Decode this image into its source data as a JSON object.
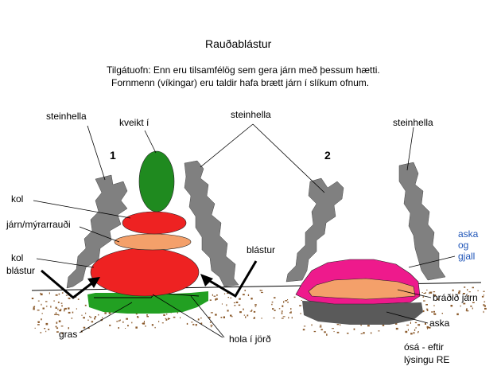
{
  "title": "Rauðablástur",
  "subtitle": {
    "line1": "Tilgátuofn: Enn eru tilsamfélög sem gera járn með þessum hætti.",
    "line2": "Fornmenn (víkingar) eru taldir hafa brætt járn í slíkum ofnum."
  },
  "numbers": {
    "one": "1",
    "two": "2"
  },
  "labels": {
    "steinhella_left": "steinhella",
    "steinhella_mid": "steinhella",
    "steinhella_right": "steinhella",
    "kveikt_i": "kveikt í",
    "kol_top": "kol",
    "jarn_myrarraudi": "járn/mýrarrauði",
    "kol_bottom": "kol",
    "blastur_left": "blástur",
    "blastur_right": "blástur",
    "gras": "gras",
    "hola_i_jord": "hola í jörð",
    "aska_og_gjall_1": "aska",
    "aska_og_gjall_2": "og",
    "aska_og_gjall_3": "gjall",
    "bradid_jarn": "bráðið járn",
    "aska": "aska",
    "osa_1": "ósá - eftir",
    "osa_2": "lýsingu RE"
  },
  "colors": {
    "stone": "#808080",
    "green_flame": "#1f8a1f",
    "red_charcoal": "#ee2222",
    "iron_ore": "#f4a06a",
    "grass": "#22a022",
    "soil": "#8b5a2b",
    "magenta": "#ee1a8c",
    "ash": "#5a5a5a",
    "blue_label": "#1f55b8"
  }
}
